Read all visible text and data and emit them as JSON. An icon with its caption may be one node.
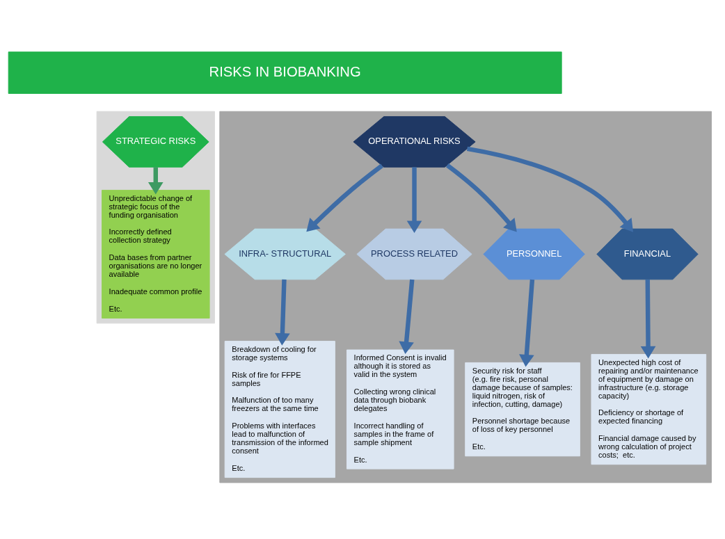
{
  "diagram": {
    "nodes": [
      {
        "text": [
          "RISKS IN BIOBANKING"
        ]
      },
      {
        "text": [],
        "shape": "box"
      },
      {
        "text": [
          "STRATEGIC RISKS"
        ],
        "in": 1
      },
      {
        "text": [
          "Unpredictable change of strategic focus of the funding organisation",
          "Incorrectly defined collection strategy",
          "Data bases from partner organisations are no longer available",
          "Inadequate common profile",
          "Etc."
        ],
        "in": 1
      },
      {
        "text": [],
        "shape": "box"
      },
      {
        "text": [
          "OPERATIONAL RISKS"
        ],
        "in": 4
      },
      {
        "text": [
          "INFRA- STRUCTURAL"
        ],
        "in": 4
      },
      {
        "text": [
          "PROCESS RELATED"
        ],
        "in": 4
      },
      {
        "text": [
          "PERSONNEL"
        ],
        "in": 4
      },
      {
        "text": [
          "FINANCIAL"
        ],
        "in": 4
      },
      {
        "text": [
          "Breakdown of cooling for storage systems",
          "Risk of fire for FFPE samples",
          "Malfunction of too many freezers at the same time",
          "Problems with interfaces lead to malfunction of transmission of the informed consent",
          "Etc."
        ],
        "in": 4
      },
      {
        "text": [
          "Informed Consent is invalid although it is stored as valid in the system",
          "Collecting wrong clinical data through biobank delegates",
          "Incorrect handling of samples in the frame of sample shipment",
          "Etc."
        ],
        "in": 4
      },
      {
        "text": [
          "Security risk for staff (e.g. fire risk, personal damage because of samples: liquid nitrogen, risk of infection, cutting, damage)",
          "Personnel shortage because of loss of key personnel",
          "Etc."
        ],
        "in": 4
      },
      {
        "text": [
          "Unexpected high cost of repairing and/or maintenance of equipment by damage on infrastructure (e.g. storage capacity)",
          "Deficiency or shortage of expected financing",
          "Financial damage caused by wrong calculation of project costs;  etc."
        ],
        "in": 4
      }
    ],
    "edges": [
      {
        "from": 2,
        "to": 3,
        "arrow": "to",
        "color": "#3d9a62"
      },
      {
        "from": 5,
        "to": 6,
        "arrow": "to"
      },
      {
        "from": 5,
        "to": 7,
        "arrow": "to"
      },
      {
        "from": 5,
        "to": 8,
        "arrow": "to"
      },
      {
        "from": 5,
        "to": 9,
        "arrow": "to"
      },
      {
        "from": 6,
        "to": 10,
        "arrow": "to"
      },
      {
        "from": 7,
        "to": 11,
        "arrow": "to"
      },
      {
        "from": 8,
        "to": 12,
        "arrow": "to"
      },
      {
        "from": 9,
        "to": 13,
        "arrow": "to"
      }
    ]
  }
}
